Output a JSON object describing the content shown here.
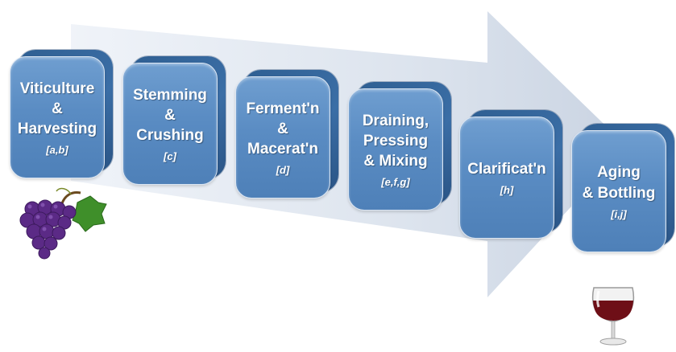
{
  "colors": {
    "arrow": "#c9d3e2",
    "box_face": "#5a8cc3",
    "box_side": "#2f5f92",
    "box_text": "#ffffff",
    "grape": "#5b2a86",
    "leaf": "#3f8f2a",
    "wine": "#6e0f17"
  },
  "steps": [
    {
      "title": "Viticulture\n&\nHarvesting",
      "refs": "[a,b]"
    },
    {
      "title": "Stemming\n&\nCrushing",
      "refs": "[c]"
    },
    {
      "title": "Ferment'n\n&\nMacerat'n",
      "refs": "[d]"
    },
    {
      "title": "Draining,\nPressing\n& Mixing",
      "refs": "[e,f,g]"
    },
    {
      "title": "Clarificat'n",
      "refs": "[h]"
    },
    {
      "title": "Aging\n& Bottling",
      "refs": "[i,j]"
    }
  ],
  "icons": {
    "start": "grapes-icon",
    "end": "wine-glass-icon"
  }
}
